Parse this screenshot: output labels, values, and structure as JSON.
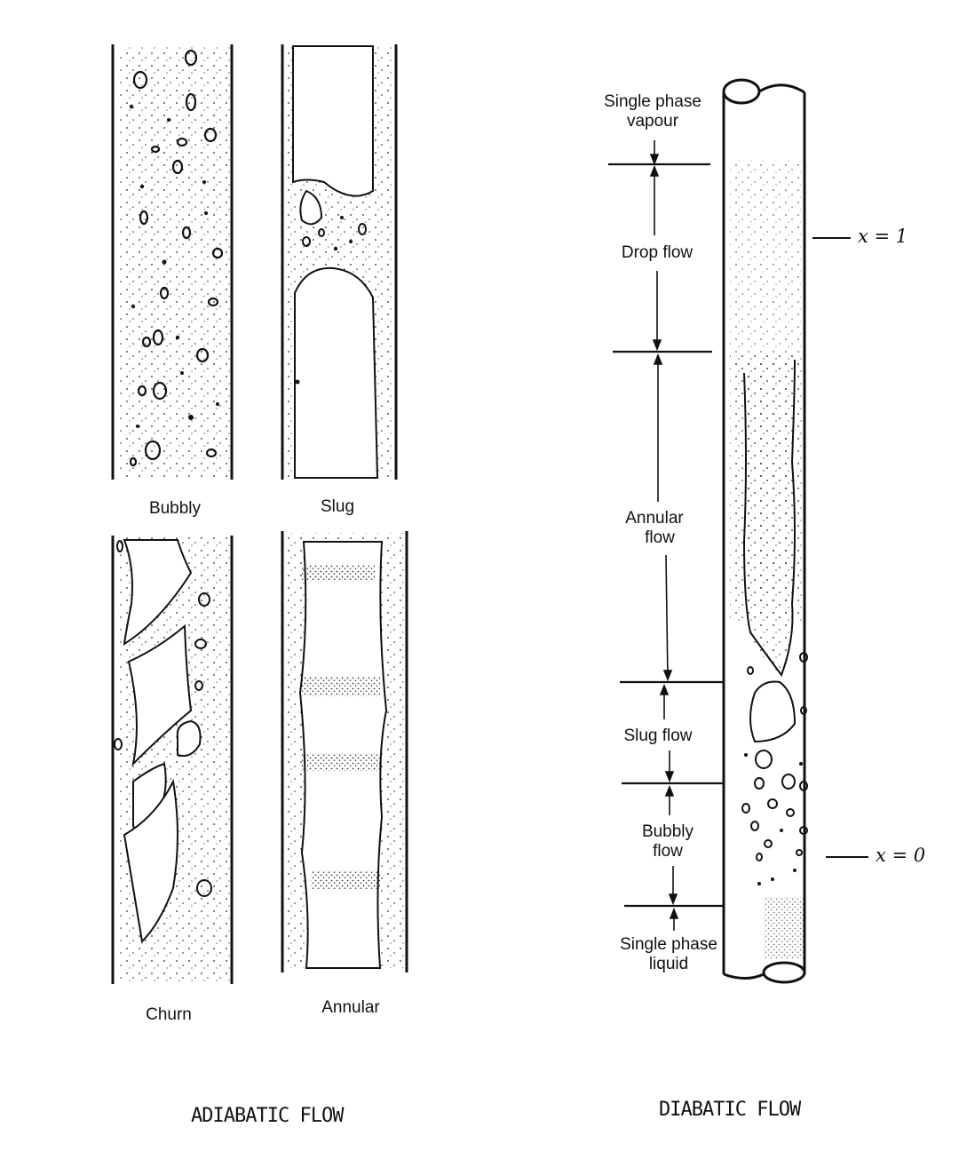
{
  "adiabatic": {
    "caption": "ADIABATIC FLOW",
    "regimes": {
      "bubbly": "Bubbly",
      "slug": "Slug",
      "churn": "Churn",
      "annular": "Annular"
    }
  },
  "diabatic": {
    "caption": "DIABATIC FLOW",
    "zones": {
      "vapour_line1": "Single phase",
      "vapour_line2": "vapour",
      "drop": "Drop flow",
      "annular_line1": "Annular",
      "annular_line2": "flow",
      "slug": "Slug flow",
      "bubbly_line1": "Bubbly",
      "bubbly_line2": "flow",
      "liquid_line1": "Single phase",
      "liquid_line2": "liquid"
    },
    "quality_markers": {
      "x1": "x = 1",
      "x0": "x = 0"
    }
  },
  "colors": {
    "ink": "#111111",
    "paper": "#ffffff"
  }
}
